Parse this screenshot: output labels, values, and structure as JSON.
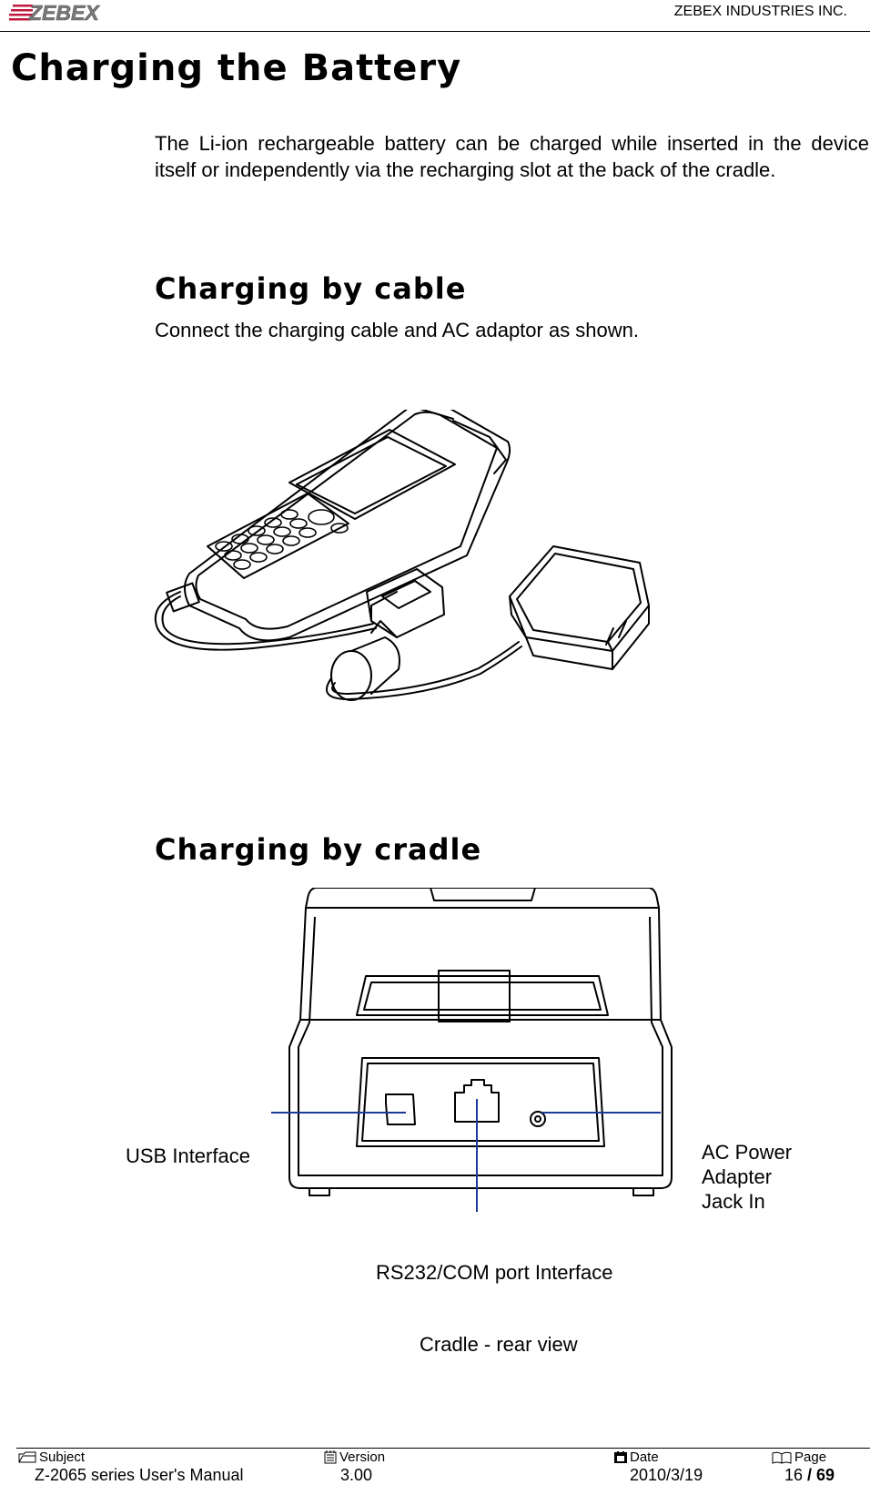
{
  "header": {
    "logo_text": "ZEBEX",
    "company": "ZEBEX INDUSTRIES INC."
  },
  "page_title": "Charging the Battery",
  "intro": "The Li-ion rechargeable battery can be charged while inserted in the device itself or independently via the recharging slot at the back of the cradle.",
  "section_cable": {
    "heading": "Charging by cable",
    "body": "Connect the charging cable and AC adaptor as shown."
  },
  "section_cradle": {
    "heading": "Charging by cradle",
    "label_usb": "USB Interface",
    "label_ac_line1": "AC Power",
    "label_ac_line2": "Adapter",
    "label_ac_line3": "Jack In",
    "label_rs232": "RS232/COM port Interface",
    "caption": "Cradle - rear view"
  },
  "footer": {
    "subject_label": "Subject",
    "subject_value": "Z-2065 series User's Manual",
    "version_label": "Version",
    "version_value": "3.00",
    "date_label": "Date",
    "date_value": "2010/3/19",
    "page_label": "Page",
    "page_current": "16",
    "page_total": " / 69",
    "icons": [
      "folder-icon",
      "notepad-icon",
      "calendar-icon",
      "book-icon"
    ]
  }
}
